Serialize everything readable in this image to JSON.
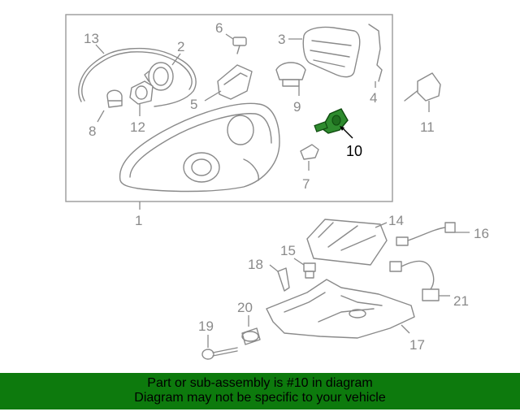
{
  "callouts": {
    "c1": "1",
    "c2": "2",
    "c3": "3",
    "c4": "4",
    "c5": "5",
    "c6": "6",
    "c7": "7",
    "c8": "8",
    "c9": "9",
    "c10": "10",
    "c11": "11",
    "c12": "12",
    "c13": "13",
    "c14": "14",
    "c15": "15",
    "c16": "16",
    "c17": "17",
    "c18": "18",
    "c19": "19",
    "c20": "20",
    "c21": "21"
  },
  "highlight": {
    "part": "10",
    "color": "#2e8b2e"
  },
  "banner": {
    "line1": "Part or sub-assembly is #10 in diagram",
    "line2": "Diagram may not be specific to your vehicle",
    "background": "#0d7a0d"
  }
}
